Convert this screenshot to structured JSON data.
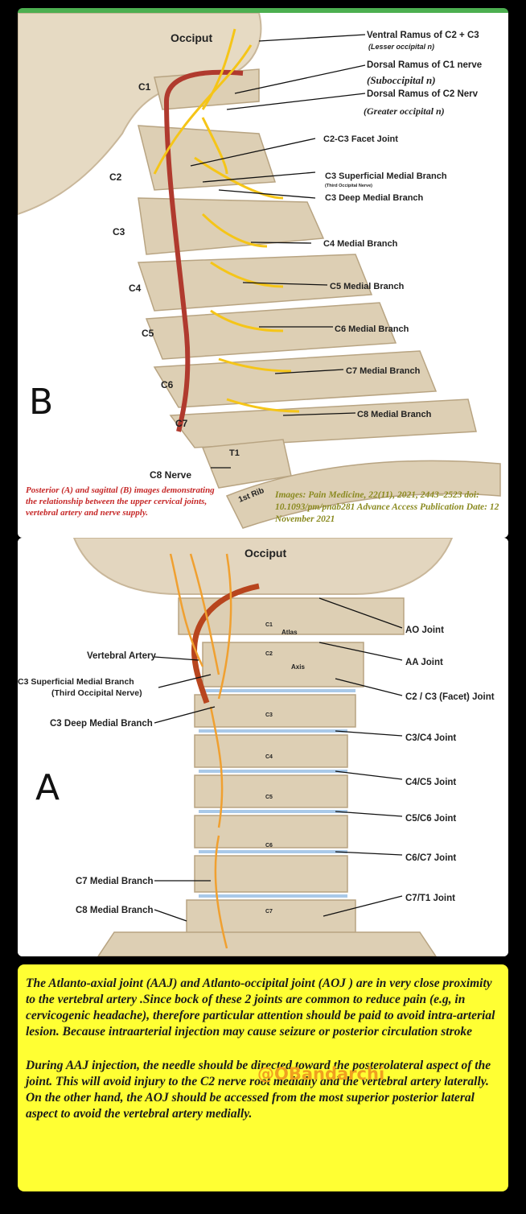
{
  "panel_b": {
    "letter": "B",
    "labels": {
      "occiput": "Occiput",
      "ventral_ramus": "Ventral Ramus of C2 + C3",
      "lesser_occipital": "(Lesser occipital n)",
      "dorsal_c1": "Dorsal Ramus of C1 nerve",
      "suboccipital": "(Suboccipital n)",
      "dorsal_c2": "Dorsal Ramus of C2 Nerv",
      "greater_occipital": "(Greater occipital n)",
      "c2c3_facet": "C2-C3 Facet Joint",
      "c3_superficial": "C3 Superficial Medial Branch",
      "third_occipital_small": "(Third Occipital Nerve)",
      "c3_deep": "C3 Deep Medial Branch",
      "c4_medial": "C4 Medial Branch",
      "c5_medial": "C5 Medial Branch",
      "c6_medial": "C6 Medial Branch",
      "c7_medial": "C7 Medial Branch",
      "c8_medial": "C8 Medial Branch",
      "c8_nerve": "C8 Nerve",
      "t1": "T1",
      "first_rib": "1st Rib",
      "vertebrae": [
        "C1",
        "C2",
        "C3",
        "C4",
        "C5",
        "C6",
        "C7"
      ]
    },
    "caption": "Posterior (A) and sagittal (B) images demonstrating the relationship between the upper cervical joints, vertebral artery and nerve supply.",
    "credit": "Images: Pain Medicine, 22(11), 2021, 2443–2523 doi: 10.1093/pm/pnab281 Advance Access Publication Date: 12 November 2021"
  },
  "panel_a": {
    "letter": "A",
    "labels": {
      "occiput": "Occiput",
      "atlas": "Atlas",
      "axis": "Axis",
      "vertebral_artery": "Vertebral Artery",
      "c3_superficial": "C3 Superficial Medial Branch",
      "third_occipital": "(Third Occipital Nerve)",
      "c3_deep": "C3 Deep Medial Branch",
      "c7_medial": "C7 Medial Branch",
      "c8_medial": "C8 Medial Branch",
      "ao_joint": "AO Joint",
      "aa_joint": "AA Joint",
      "c2c3_facet": "C2 / C3 (Facet) Joint",
      "c3c4": "C3/C4 Joint",
      "c4c5": "C4/C5 Joint",
      "c5c6": "C5/C6 Joint",
      "c6c7": "C6/C7 Joint",
      "c7t1": "C7/T1 Joint",
      "vertebrae": [
        "C1",
        "C2",
        "C3",
        "C4",
        "C5",
        "C6",
        "C7"
      ]
    }
  },
  "text_box": {
    "paragraph_1": "The Atlanto-axial joint (AAJ) and Atlanto-occipital joint (AOJ ) are in very close proximity to the vertebral artery .Since bock of these 2 joints are common to reduce pain (e.g, in cervicogenic headache), therefore particular attention should be paid to avoid intra-arterial lesion. Because intraarterial injection may cause seizure or posterior circulation stroke",
    "handle": "@OBandarchi",
    "paragraph_2": "During AAJ injection, the needle should be directed toward the posterolateral aspect of the joint. This will avoid injury to the C2 nerve root medially and the vertebral artery laterally. On the other hand, the AOJ should be accessed from the most superior posterior lateral aspect to avoid the vertebral artery medially."
  },
  "colors": {
    "bone": "#e3d6bf",
    "bone_shade": "#c9b79a",
    "nerve": "#f5c518",
    "artery": "#b03a2e",
    "highlight_box": "#ffff33",
    "joint": "#a9c9e8"
  }
}
